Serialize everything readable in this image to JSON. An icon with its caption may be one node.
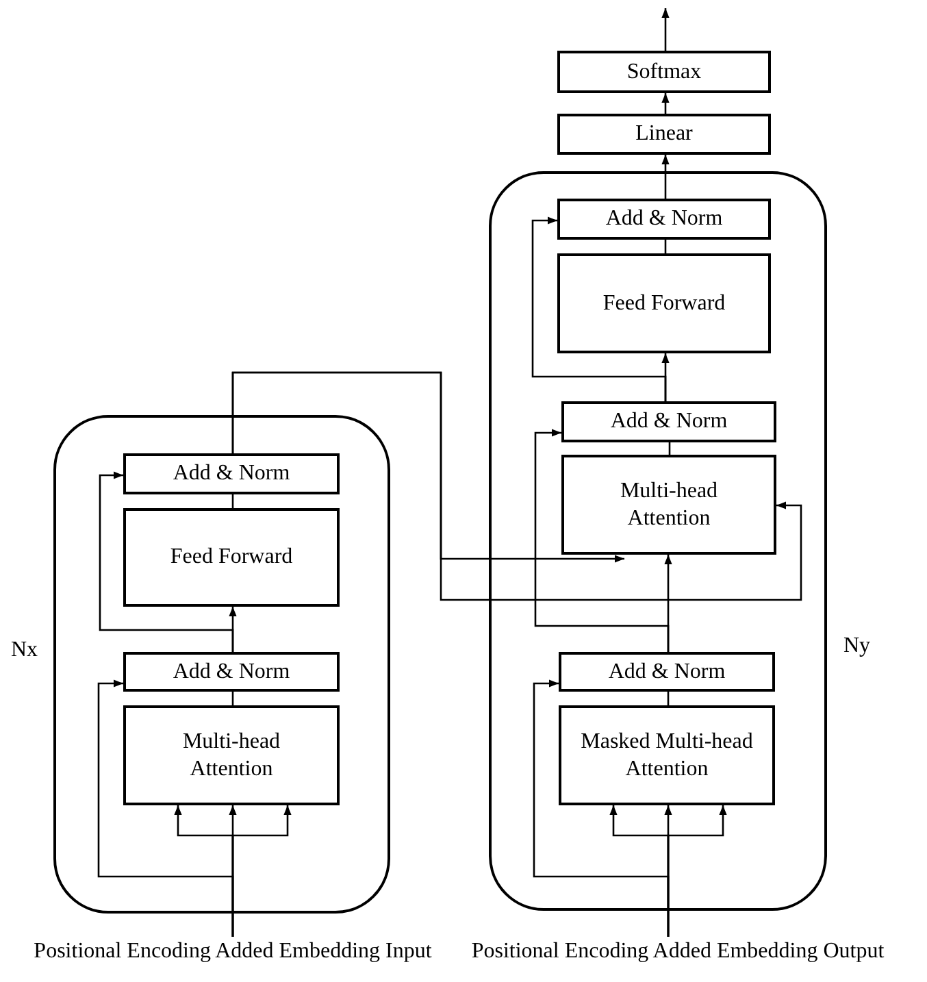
{
  "diagram": {
    "nodes": [
      {
        "text": [],
        "shape": "box",
        "beside": [
          "Nx"
        ]
      },
      {
        "text": [
          "Add & Norm"
        ],
        "in": 0
      },
      {
        "text": [
          "Feed Forward"
        ],
        "in": 0
      },
      {
        "text": [
          "Add & Norm"
        ],
        "in": 0
      },
      {
        "text": [
          "Multi-head Attention"
        ],
        "in": 0
      },
      {
        "text": [
          "Positional Encoding Added Embedding Input"
        ]
      },
      {
        "text": [],
        "shape": "box",
        "beside": [
          "Ny"
        ]
      },
      {
        "text": [
          "Softmax"
        ]
      },
      {
        "text": [
          "Linear"
        ]
      },
      {
        "text": [
          "Add & Norm"
        ],
        "in": 6
      },
      {
        "text": [
          "Feed Forward"
        ],
        "in": 6
      },
      {
        "text": [
          "Add & Norm"
        ],
        "in": 6
      },
      {
        "text": [
          "Multi-head Attention"
        ],
        "in": 6
      },
      {
        "text": [
          "Add & Norm"
        ],
        "in": 6
      },
      {
        "text": [
          "Masked Multi-head Attention"
        ],
        "in": 6
      },
      {
        "text": [
          "Positional Encoding Added Embedding Output"
        ]
      }
    ],
    "edges": [
      {
        "from": 5,
        "to": 4,
        "arrow": "to"
      },
      {
        "from": 5,
        "to": 4,
        "arrow": "to"
      },
      {
        "from": 5,
        "to": 4,
        "arrow": "to"
      },
      {
        "from": 5,
        "to": 3,
        "arrow": "to"
      },
      {
        "from": 4,
        "to": 3,
        "arrow": "none"
      },
      {
        "from": 3,
        "to": 2,
        "arrow": "to"
      },
      {
        "from": 3,
        "to": 1,
        "arrow": "to"
      },
      {
        "from": 2,
        "to": 1,
        "arrow": "none"
      },
      {
        "from": 1,
        "to": 12,
        "arrow": "to"
      },
      {
        "from": 1,
        "to": 12,
        "arrow": "to"
      },
      {
        "from": 15,
        "to": 14,
        "arrow": "to"
      },
      {
        "from": 15,
        "to": 14,
        "arrow": "to"
      },
      {
        "from": 15,
        "to": 14,
        "arrow": "to"
      },
      {
        "from": 15,
        "to": 13,
        "arrow": "to"
      },
      {
        "from": 14,
        "to": 13,
        "arrow": "none"
      },
      {
        "from": 13,
        "to": 12,
        "arrow": "to"
      },
      {
        "from": 13,
        "to": 11,
        "arrow": "to"
      },
      {
        "from": 12,
        "to": 11,
        "arrow": "none"
      },
      {
        "from": 11,
        "to": 10,
        "arrow": "to"
      },
      {
        "from": 11,
        "to": 9,
        "arrow": "to"
      },
      {
        "from": 10,
        "to": 9,
        "arrow": "none"
      },
      {
        "from": 9,
        "to": 8,
        "arrow": "to"
      },
      {
        "from": 8,
        "to": 7,
        "arrow": "to"
      },
      {
        "from": 7,
        "to": null,
        "arrow": "to"
      }
    ]
  }
}
